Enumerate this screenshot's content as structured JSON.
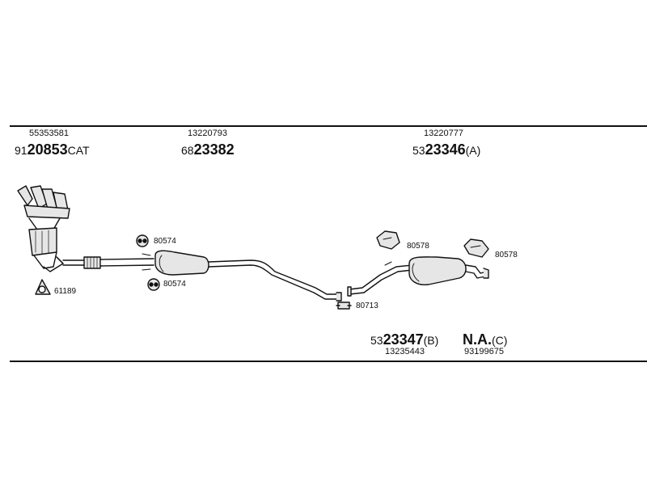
{
  "top_parts": [
    {
      "ref": "55353581",
      "prefix": "91",
      "number": "20853",
      "suffix": "CAT"
    },
    {
      "ref": "13220793",
      "prefix": "68",
      "number": "23382",
      "suffix": ""
    },
    {
      "ref": "13220777",
      "prefix": "53",
      "number": "23346",
      "suffix": "(A)"
    }
  ],
  "bottom_parts": [
    {
      "prefix": "53",
      "number": "23347",
      "suffix": "(B)",
      "ref": "13235443"
    },
    {
      "prefix": "",
      "number": "N.A.",
      "suffix": "(C)",
      "ref": "93199675"
    }
  ],
  "callouts": {
    "clamp_ring": "61189",
    "hanger_upper": "80574",
    "hanger_lower": "80574",
    "clamp_mid": "80713",
    "mount_left": "80578",
    "mount_right": "80578"
  },
  "colors": {
    "line": "#111111",
    "fill": "#e6e6e6"
  }
}
